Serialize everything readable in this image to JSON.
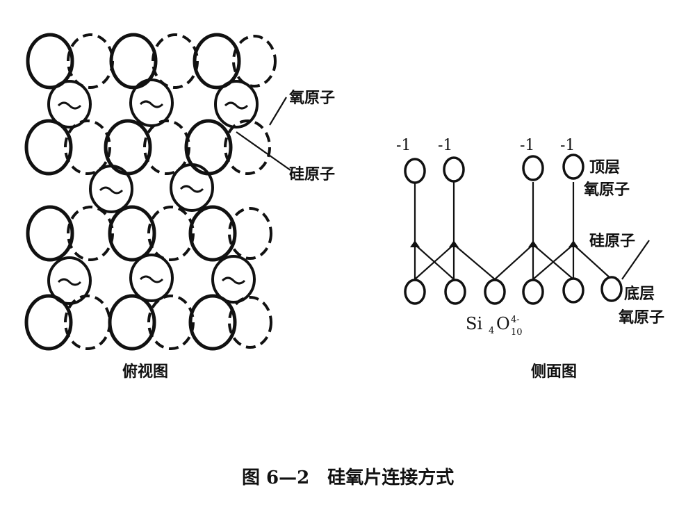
{
  "top_view": {
    "caption": "俯视图",
    "label_oxygen": "氧原子",
    "label_silicon": "硅原子"
  },
  "side_view": {
    "caption": "侧面图",
    "charges": [
      "-1",
      "-1",
      "-1",
      "-1"
    ],
    "label_top_oxygen_line1": "顶层",
    "label_top_oxygen_line2": "氧原子",
    "label_silicon": "硅原子",
    "label_bottom_oxygen_line1": "底层",
    "label_bottom_oxygen_line2": "氧原子",
    "formula_base": "Si",
    "formula_si_sub": "4",
    "formula_o": "O",
    "formula_o_sub": "10",
    "formula_charge": "4-"
  },
  "figure_caption": "图 6—2　硅氧片连接方式"
}
